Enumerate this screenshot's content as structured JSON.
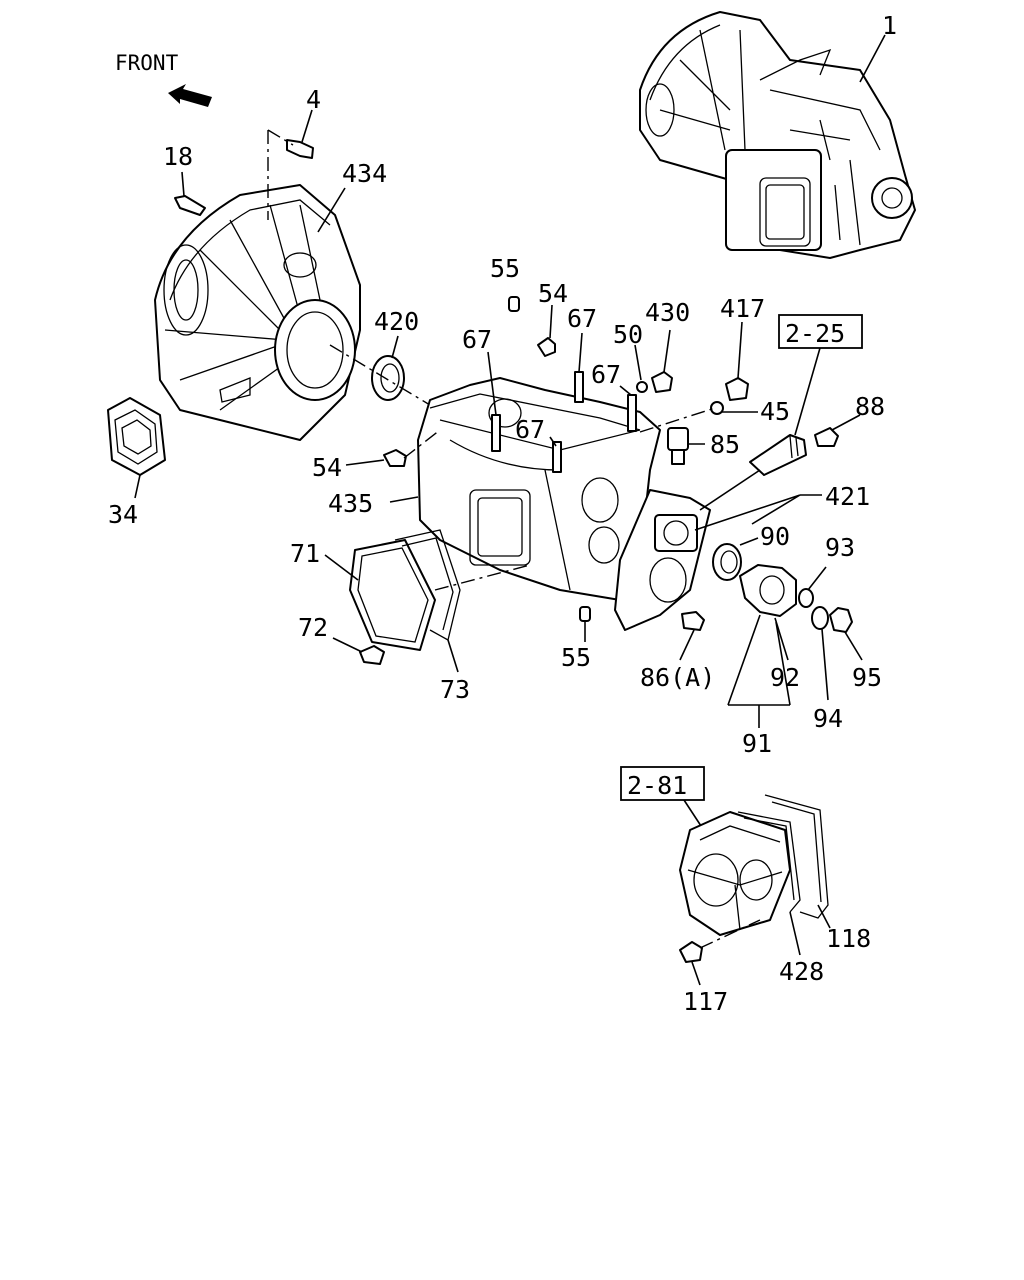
{
  "direction_label": "FRONT",
  "part_labels": {
    "p1": "1",
    "p4": "4",
    "p18": "18",
    "p434": "434",
    "p55a": "55",
    "p54a": "54",
    "p67a": "67",
    "p430": "430",
    "p417": "417",
    "p50": "50",
    "p420": "420",
    "p67b": "67",
    "p67c": "67",
    "p45": "45",
    "p88": "88",
    "p67d": "67",
    "p85": "85",
    "p54b": "54",
    "p34": "34",
    "p435": "435",
    "p421": "421",
    "p90": "90",
    "p93": "93",
    "p71": "71",
    "p72": "72",
    "p73": "73",
    "p55b": "55",
    "p86a": "86(A)",
    "p92": "92",
    "p95": "95",
    "p94": "94",
    "p91": "91",
    "p118": "118",
    "p428": "428",
    "p117": "117"
  },
  "reference_boxes": {
    "ref_2_25": "2-25",
    "ref_2_81": "2-81"
  },
  "icons": [
    "front-arrow-icon"
  ]
}
